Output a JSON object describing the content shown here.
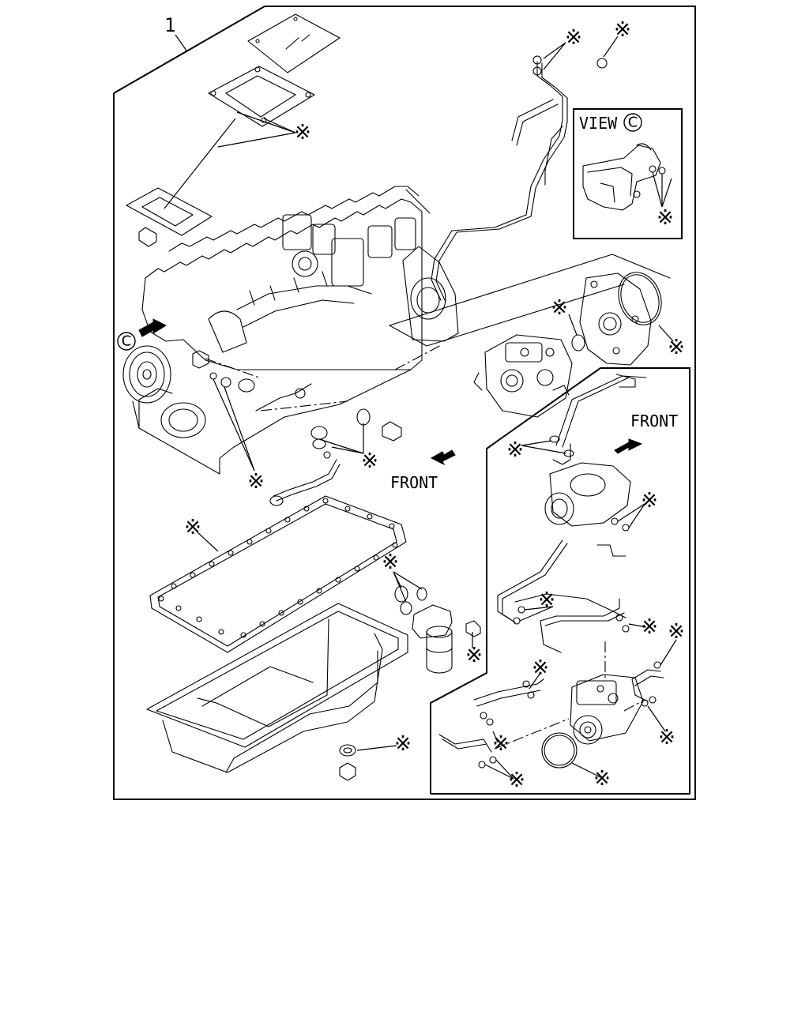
{
  "diagram": {
    "item_number": "1",
    "front_label": "FRONT",
    "front_label_2": "FRONT",
    "view_label": "VIEW",
    "view_ref": "C",
    "callout_ref": "C",
    "gasket_mark": "※"
  }
}
